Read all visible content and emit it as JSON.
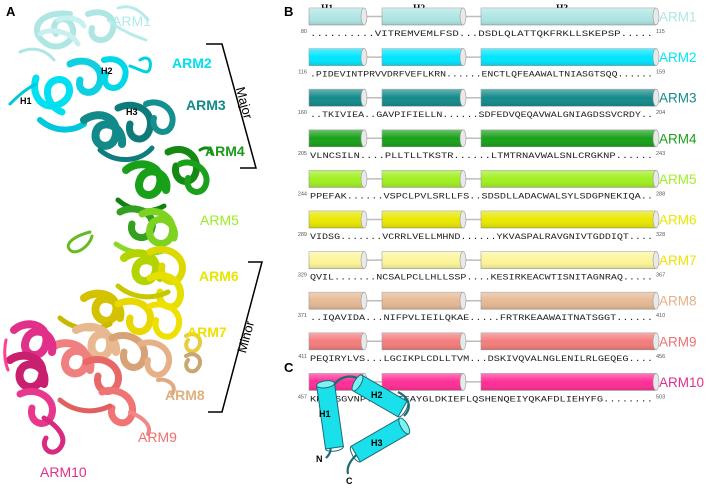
{
  "panels": {
    "a": "A",
    "b": "B",
    "c": "C"
  },
  "panel_a": {
    "helix_labels": {
      "h1": "H1",
      "h2": "H2",
      "h3": "H3"
    },
    "arm_labels": [
      {
        "text": "ARM1",
        "color": "#aeeaea"
      },
      {
        "text": "ARM2",
        "color": "#00e0f0"
      },
      {
        "text": "ARM3",
        "color": "#138a8a"
      },
      {
        "text": "ARM4",
        "color": "#1a9a1a"
      },
      {
        "text": "ARM5",
        "color": "#99ee22"
      },
      {
        "text": "ARM6",
        "color": "#e6e600"
      },
      {
        "text": "ARM7",
        "color": "#f0e000"
      },
      {
        "text": "ARM8",
        "color": "#e0b080"
      },
      {
        "text": "ARM9",
        "color": "#f07070"
      },
      {
        "text": "ARM10",
        "color": "#e0308a"
      }
    ],
    "brackets": {
      "major": "Major",
      "minor": "Minor"
    }
  },
  "panel_b": {
    "helix_headers": {
      "h1": "H1",
      "h2": "H2",
      "h3": "H3"
    },
    "rows": [
      {
        "arm": "ARM1",
        "color": "#aee6e4",
        "label_color": "#aee6e4",
        "start": "80",
        "end": "115",
        "seq": "..........VITREMVEMLFSD...DSDLQLATTQKFRKLLSKEPSP....."
      },
      {
        "arm": "ARM2",
        "color": "#00e5ff",
        "label_color": "#00e5ff",
        "start": "116",
        "end": "159",
        "seq": ".PIDEVINTPRVVDRFVEFLKRN......ENCTLQFEAAWALTNIASGTSQQ......"
      },
      {
        "arm": "ARM3",
        "color": "#138a8a",
        "label_color": "#138a8a",
        "start": "160",
        "end": "204",
        "seq": "..TKIVIEA..GAVPIFIELLN......SDFEDVQEQAVWALGNIAGDSSVCRDY.."
      },
      {
        "arm": "ARM4",
        "color": "#19a019",
        "label_color": "#19a019",
        "start": "205",
        "end": "243",
        "seq": "VLNCSILN....PLLTLLTKSTR......LTMTRNAVWALSNLCRGKNP......"
      },
      {
        "arm": "ARM5",
        "color": "#a0f020",
        "label_color": "#a0f020",
        "start": "244",
        "end": "288",
        "seq": "PPEFAK......VSPCLPVLSRLLFS..SDSDLLADACWALSYLSDGPNEKIQA.."
      },
      {
        "arm": "ARM6",
        "color": "#e8e800",
        "label_color": "#e8e800",
        "start": "289",
        "end": "328",
        "seq": "VIDSG.......VCRRLVELLMHND......YKVASPALRAVGNIVTGDDIQT...."
      },
      {
        "arm": "ARM7",
        "color": "#fdf59a",
        "label_color": "#f2e000",
        "start": "329",
        "end": "367",
        "seq": "QVIL.......NCSALPCLLHLLSSP....KESIRKEACWTISNITAGNRAQ....."
      },
      {
        "arm": "ARM8",
        "color": "#e6b994",
        "label_color": "#e6b088",
        "start": "371",
        "end": "410",
        "seq": "..IQAVIDA...NIFPVLIEILQKAE.....FRTRKEAAWAITNATSGGT......"
      },
      {
        "arm": "ARM9",
        "color": "#f47c7c",
        "label_color": "#f07070",
        "start": "411",
        "end": "456",
        "seq": "PEQIRYLVS...LGCIKPLCDLLTVM...DSKIVQVALNGLENILRLGEQEG...."
      },
      {
        "arm": "ARM10",
        "color": "#ff2e96",
        "label_color": "#e0308a",
        "start": "457",
        "end": "503",
        "seq": "KRSGSGVNPYCGLIEEAYGLDKIEFLQSHENQEIYQKAFDLIEHYFG........"
      }
    ]
  },
  "panel_c": {
    "helices": {
      "h1": "H1",
      "h2": "H2",
      "h3": "H3"
    },
    "termini": {
      "n": "N",
      "c": "C"
    },
    "color": "#19e0ea"
  }
}
